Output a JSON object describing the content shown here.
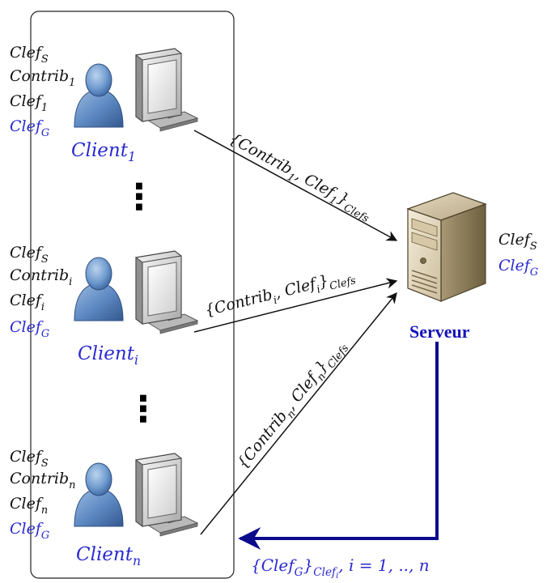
{
  "colors": {
    "key_blue": "#2a2ad0",
    "server_label": "#1515b8",
    "return_arrow": "#0b0b8c",
    "arrow": "#111111"
  },
  "ellipsis": "⋮",
  "clients": [
    {
      "keys": [
        "Clef_S",
        "Contrib_1",
        "Clef_1",
        "Clef_G"
      ],
      "label": "Client_1",
      "icon": "user-icon",
      "terminal": "monitor-icon"
    },
    {
      "keys": [
        "Clef_S",
        "Contrib_i",
        "Clef_i",
        "Clef_G"
      ],
      "label": "Client_i",
      "icon": "user-icon",
      "terminal": "monitor-icon"
    },
    {
      "keys": [
        "Clef_S",
        "Contrib_n",
        "Clef_n",
        "Clef_G"
      ],
      "label": "Client_n",
      "icon": "user-icon",
      "terminal": "monitor-icon"
    }
  ],
  "messages": [
    {
      "text": "{Contrib_1, Clef_1}_Clefs"
    },
    {
      "text": "{Contrib_i, Clef_i}_Clefs"
    },
    {
      "text": "{Contrib_n, Clef_n}_Clefs"
    }
  ],
  "server": {
    "label": "Serveur",
    "icon": "server-icon",
    "keys": [
      "Clef_S",
      "Clef_G"
    ]
  },
  "return_message": "{Clef_G}_Clef_i, i = 1, .., n"
}
